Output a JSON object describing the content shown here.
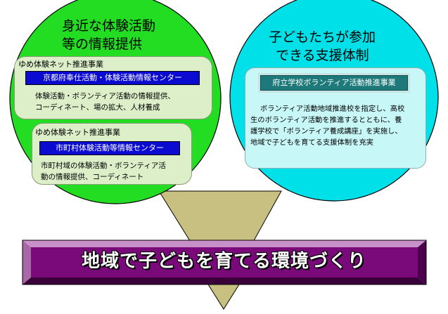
{
  "left_circle": {
    "title_line1": "身近な体験活動",
    "title_line2": "等の情報提供",
    "panel1": {
      "label": "ゆめ体験ネット推進事業",
      "bar": "京都府奉仕活動・体験活動情報センター",
      "desc_line1": "体験活動・ボランティア活動の情報提供、",
      "desc_line2": "コーディネート、場の拡大、人材養成"
    },
    "panel2": {
      "label": "ゆめ体験ネット推進事業",
      "bar": "市町村体験活動等情報センター",
      "desc_line1": "市町村域の体験活動・ボランティア活",
      "desc_line2": "動の情報提供、コーディネート"
    }
  },
  "right_circle": {
    "title_line1": "子どもたちが参加",
    "title_line2": "できる支援体制",
    "bar": "府立学校ボランティア活動推進事業",
    "desc_line1": "ボランティア活動地域推進校を指定し、高校",
    "desc_line2": "生のボランティア活動を推進するとともに、養",
    "desc_line3": "護学校で「ボランティア養成講座」を実施し、",
    "desc_line4": "地域で子どもを育てる支援体制を充実"
  },
  "banner": {
    "text": "地域で子どもを育てる環境づくり"
  },
  "colors": {
    "left_circle": "#22dd22",
    "right_circle": "#00e0e8",
    "banner": "#7a0a7a",
    "funnel": "#c8c080",
    "blue_bar": "#0a0ad0",
    "teal_bar": "#1e7a7a"
  }
}
